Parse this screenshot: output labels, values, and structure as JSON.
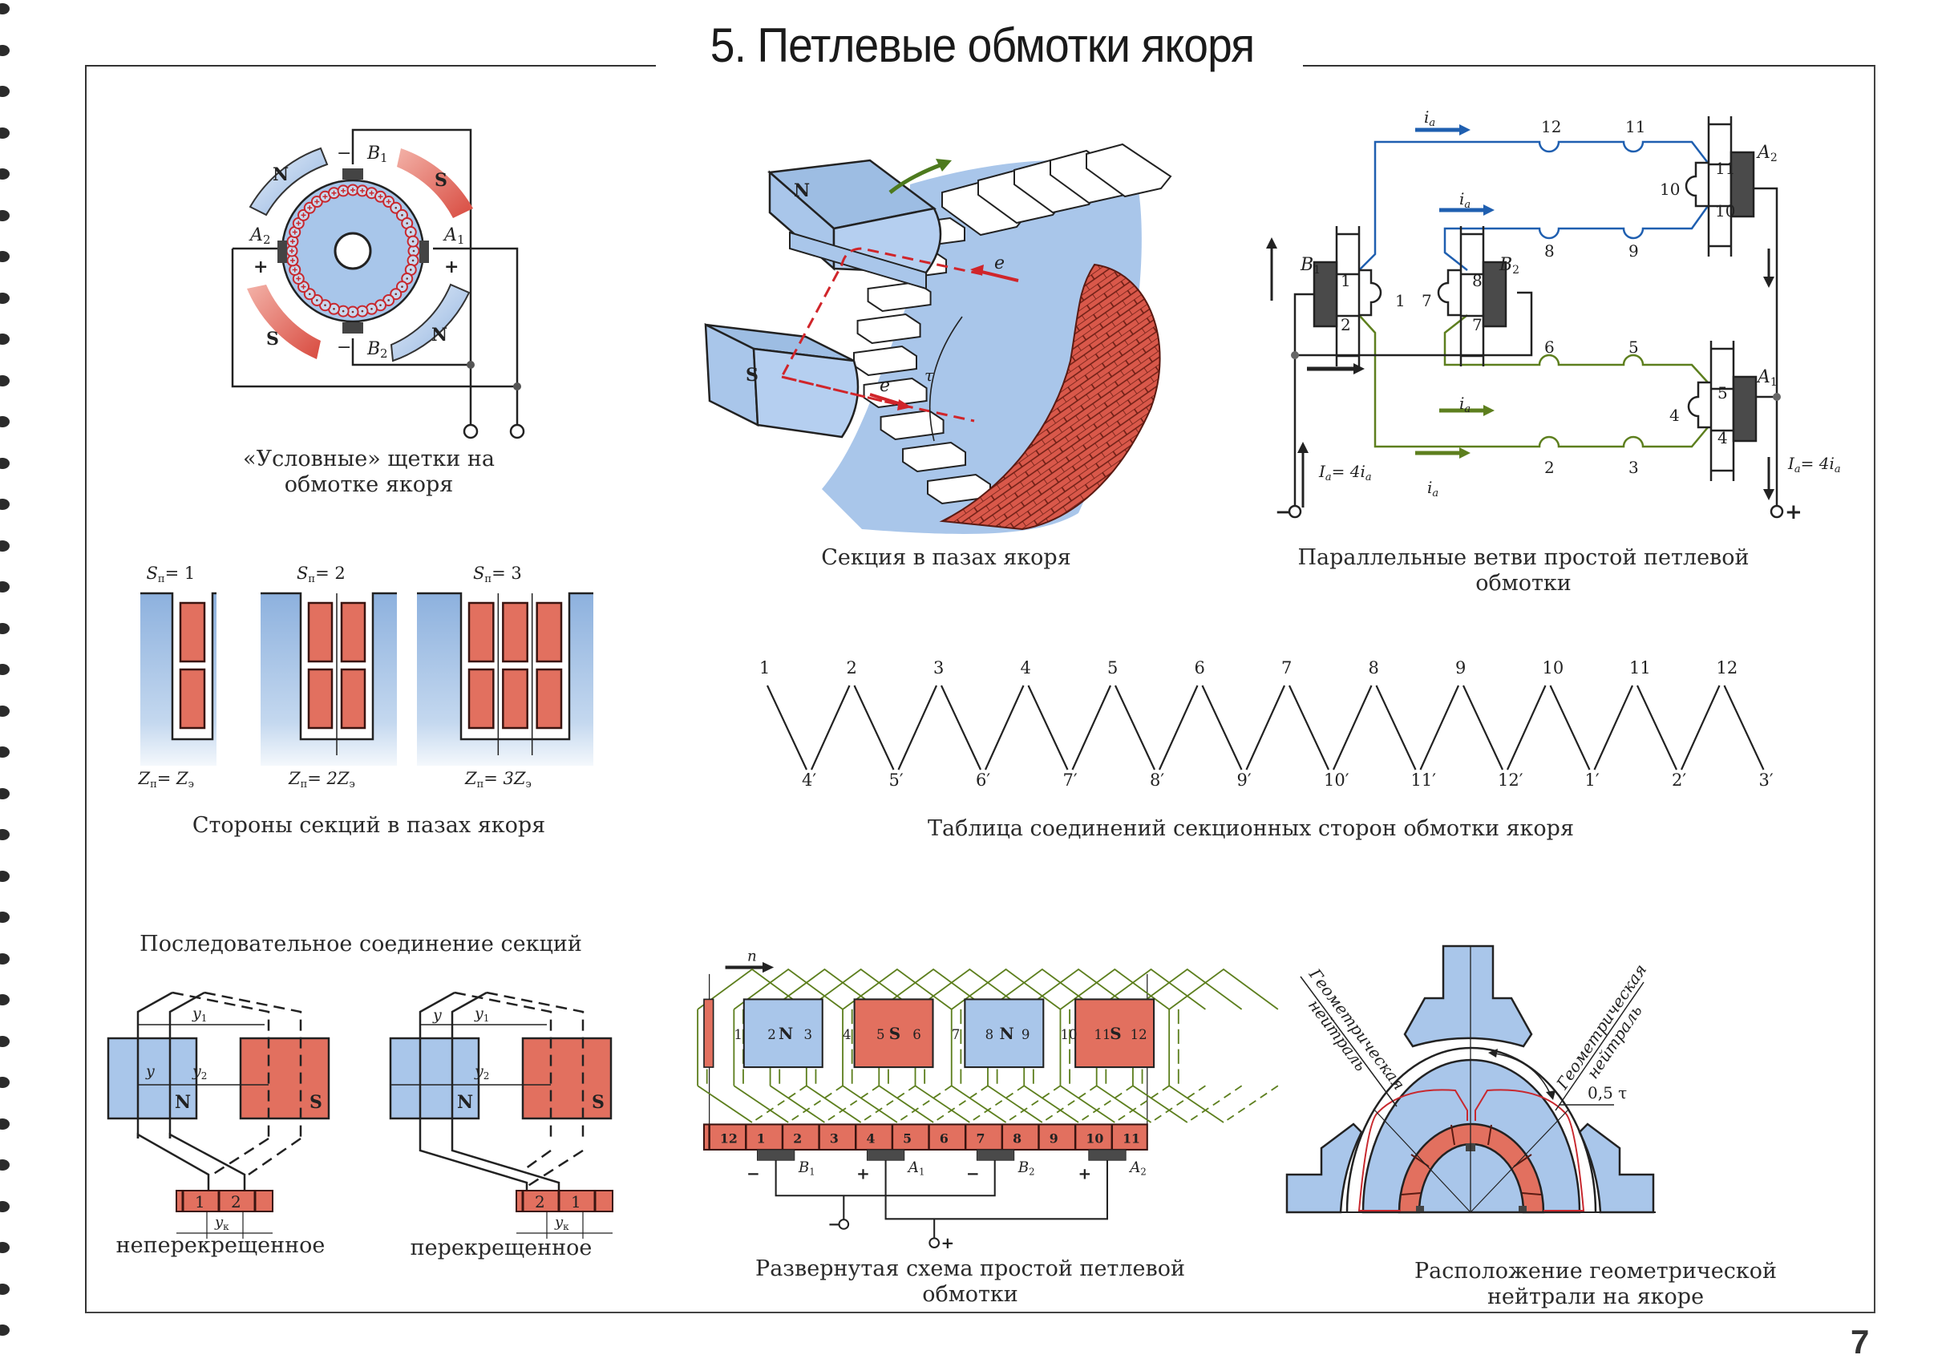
{
  "page": {
    "title": "5. Петлевые обмотки якоря",
    "page_number": "7"
  },
  "colors": {
    "pole_blue": "#a9c5e8",
    "pole_red": "#e2705f",
    "winding_red": "#c8282e",
    "branch_blue": "#1f5fb0",
    "branch_green": "#5d7f1e",
    "brush_gray": "#4a4a4a"
  },
  "panels": {
    "brushes": {
      "caption_line1": "«Условные» щетки на",
      "caption_line2": "обмотке якоря",
      "poles": [
        "N",
        "S",
        "S",
        "N"
      ],
      "brush_labels": {
        "b1": "B",
        "b1_sub": "1",
        "b2": "B",
        "b2_sub": "2",
        "a1": "A",
        "a1_sub": "1",
        "a2": "A",
        "a2_sub": "2"
      },
      "signs": {
        "b1": "−",
        "b2": "−",
        "a1": "+",
        "a2": "+"
      }
    },
    "section_in_slots": {
      "caption": "Секция в пазах якоря",
      "pole_n": "N",
      "pole_s": "S",
      "emf_label": "e",
      "pitch_label": "τ"
    },
    "parallel_branches": {
      "caption_line1": "Параллельные ветви простой петлевой",
      "caption_line2": "обмотки",
      "current_label": "i",
      "current_sub": "a",
      "total_current": "I",
      "total_current_eq": "= 4i",
      "upper_branch_top": [
        "12",
        "11"
      ],
      "upper_branch_bottom": [
        "8",
        "9"
      ],
      "lower_branch_top": [
        "6",
        "5"
      ],
      "lower_branch_bottom": [
        "2",
        "3"
      ],
      "brush_b1": {
        "label": "B",
        "sub": "1",
        "segments": [
          "1",
          "2"
        ],
        "coil": "1"
      },
      "brush_b2": {
        "label": "B",
        "sub": "2",
        "segments": [
          "8",
          "7"
        ],
        "coil": "7"
      },
      "brush_a2": {
        "label": "A",
        "sub": "2",
        "segments": [
          "11",
          "10"
        ],
        "coil": "10"
      },
      "brush_a1": {
        "label": "A",
        "sub": "1",
        "segments": [
          "5",
          "4"
        ],
        "coil": "4"
      },
      "terminal_minus": "−",
      "terminal_plus": "+"
    },
    "slot_sides": {
      "caption": "Стороны секций в пазах якоря",
      "items": [
        {
          "top_sym": "S",
          "top_sub": "п",
          "top_val": "= 1",
          "bottom": "Z",
          "bottom_sub": "п",
          "bottom_eq": "= Z",
          "bottom_eq_sub": "э"
        },
        {
          "top_sym": "S",
          "top_sub": "п",
          "top_val": "= 2",
          "bottom": "Z",
          "bottom_sub": "п",
          "bottom_eq": "= 2Z",
          "bottom_eq_sub": "э"
        },
        {
          "top_sym": "S",
          "top_sub": "п",
          "top_val": "= 3",
          "bottom": "Z",
          "bottom_sub": "п",
          "bottom_eq": "= 3Z",
          "bottom_eq_sub": "э"
        }
      ]
    },
    "connection_table": {
      "caption": "Таблица соединений секционных сторон обмотки якоря",
      "top": [
        "1",
        "2",
        "3",
        "4",
        "5",
        "6",
        "7",
        "8",
        "9",
        "10",
        "11",
        "12"
      ],
      "bottom": [
        "4′",
        "5′",
        "6′",
        "7′",
        "8′",
        "9′",
        "10′",
        "11′",
        "12′",
        "1′",
        "2′",
        "3′"
      ]
    },
    "series_connection": {
      "heading": "Последовательное соединение секций",
      "left_caption": "неперекрещенное",
      "right_caption": "перекрещенное",
      "pole_n": "N",
      "pole_s": "S",
      "y": "y",
      "y1": "y",
      "y1_sub": "1",
      "y2": "y",
      "y2_sub": "2",
      "yk": "y",
      "yk_sub": "к",
      "left_segments": [
        "1",
        "2"
      ],
      "right_segments": [
        "2",
        "1"
      ]
    },
    "developed_scheme": {
      "caption_line1": "Развернутая схема простой петлевой",
      "caption_line2": "обмотки",
      "rotation": "n",
      "poles": [
        "N",
        "S",
        "N",
        "S"
      ],
      "slots": [
        "1",
        "2",
        "3",
        "4",
        "5",
        "6",
        "7",
        "8",
        "9",
        "10",
        "11",
        "12"
      ],
      "commutator": [
        "12",
        "1",
        "2",
        "3",
        "4",
        "5",
        "6",
        "7",
        "8",
        "9",
        "10",
        "11"
      ],
      "brushes": [
        {
          "label": "B",
          "sub": "1",
          "sign": "−"
        },
        {
          "label": "A",
          "sub": "1",
          "sign": "+"
        },
        {
          "label": "B",
          "sub": "2",
          "sign": "−"
        },
        {
          "label": "A",
          "sub": "2",
          "sign": "+"
        }
      ],
      "terminal_minus": "−",
      "terminal_plus": "+"
    },
    "geometric_neutral": {
      "caption_line1": "Расположение геометрической",
      "caption_line2": "нейтрали на якоре",
      "neutral_line1": "Геометрическая",
      "neutral_line2": "нейтраль",
      "angle_label": "0,5 τ"
    }
  }
}
